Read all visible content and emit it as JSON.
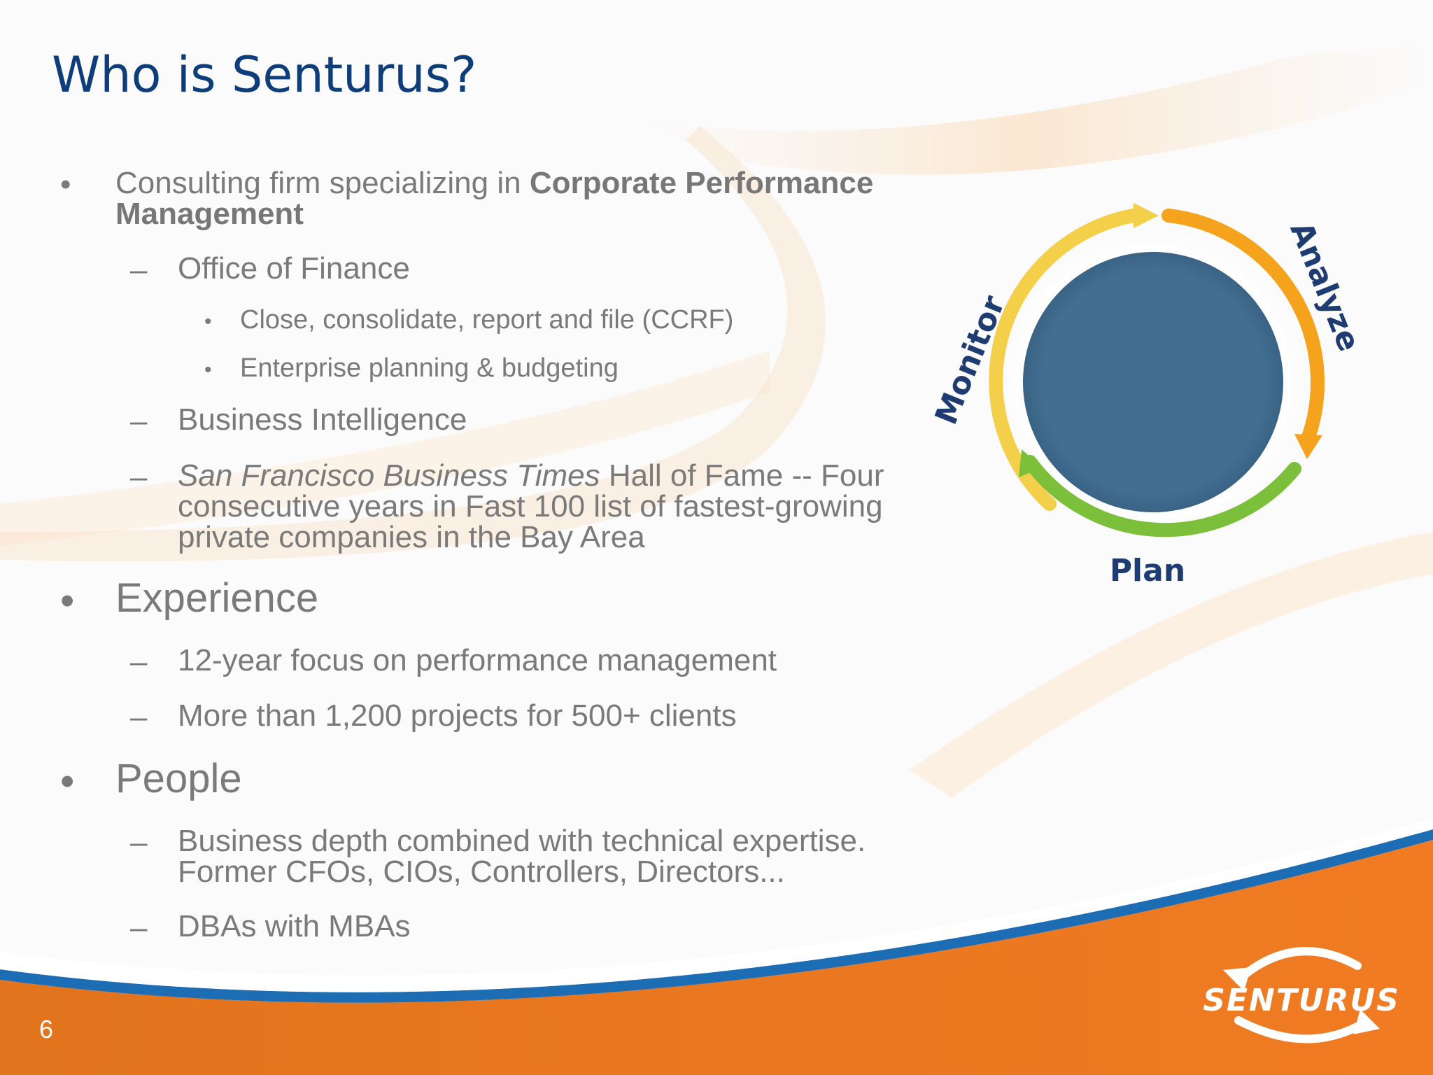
{
  "slide": {
    "title": "Who is Senturus?",
    "page_number": "6"
  },
  "bullets": {
    "b1": {
      "text_a": "Consulting firm specializing in ",
      "text_bold_1": "Corporate Performance",
      "text_bold_2": "Management",
      "sub1": "Office of Finance",
      "sub1_item1": "Close, consolidate, report and file (CCRF)",
      "sub1_item2": "Enterprise planning & budgeting",
      "sub2": "Business Intelligence",
      "sub3_italic": "San Francisco Business Times",
      "sub3_line1_rest": " Hall of Fame -- Four",
      "sub3_line2": "consecutive years in Fast 100 list of fastest-growing",
      "sub3_line3": "private companies in the Bay Area"
    },
    "b2": {
      "text": "Experience",
      "sub1": "12-year focus on performance management",
      "sub2": "More than 1,200 projects for 500+ clients"
    },
    "b3": {
      "text": "People",
      "sub1_line1": "Business depth combined with technical expertise.",
      "sub1_line2": "Former CFOs, CIOs, Controllers, Directors...",
      "sub2": "DBAs with MBAs"
    }
  },
  "markers": {
    "bullet": "•",
    "dash": "–"
  },
  "diagram": {
    "labels": {
      "monitor": "Monitor",
      "analyze": "Analyze",
      "plan": "Plan"
    },
    "colors": {
      "circle": "#426f91",
      "monitor_arc": "#f3cf4a",
      "analyze_arc": "#f5a31c",
      "plan_arc": "#7cbf3a",
      "label": "#1e3c72"
    }
  },
  "logo": {
    "text": "SENTURUS"
  },
  "colors": {
    "title": "#0d3d7a",
    "body_text": "#7a7a7a",
    "footer_orange": "#ef7b22",
    "footer_blue": "#1d6db5"
  }
}
